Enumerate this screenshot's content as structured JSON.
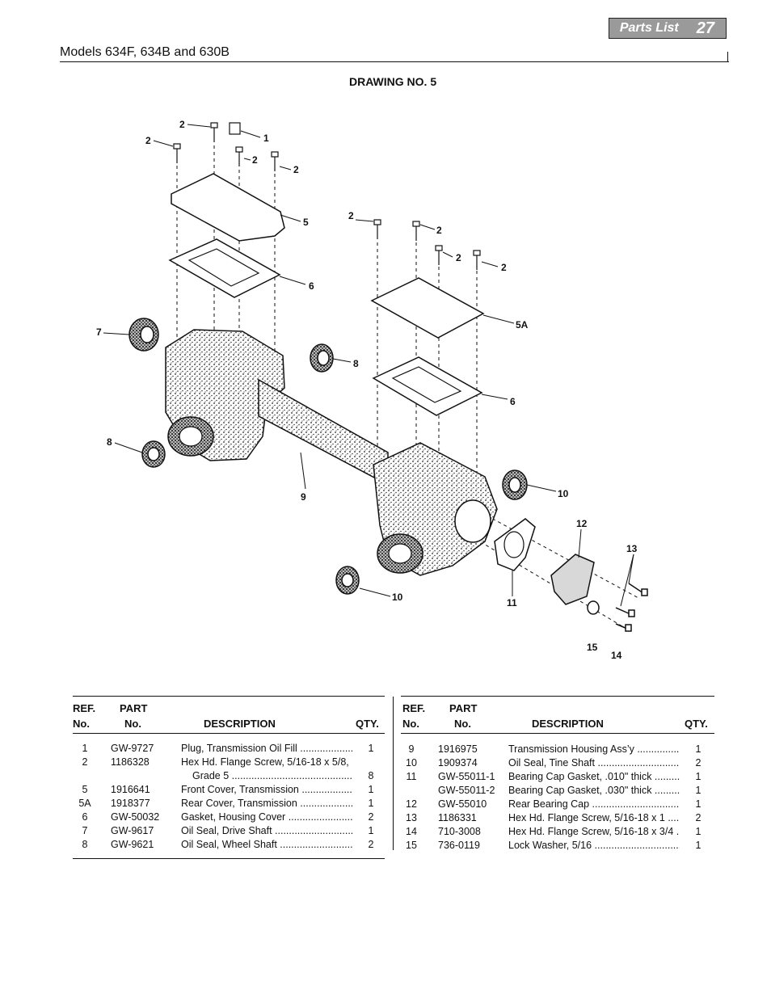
{
  "header": {
    "badge_label": "Parts List",
    "page_number": "27",
    "models": "Models 634F, 634B and 630B",
    "drawing_title": "DRAWING NO. 5"
  },
  "diagram": {
    "callouts": [
      "1",
      "2",
      "5",
      "6",
      "5A",
      "7",
      "8",
      "9",
      "10",
      "11",
      "12",
      "13",
      "14",
      "15"
    ]
  },
  "table_headers": {
    "ref": "REF.",
    "ref2": "No.",
    "part": "PART",
    "part2": "No.",
    "description": "DESCRIPTION",
    "qty": "QTY."
  },
  "left_table": [
    {
      "ref": "1",
      "part": "GW-9727",
      "desc": "Plug, Transmission Oil Fill",
      "qty": "1"
    },
    {
      "ref": "2",
      "part": "1186328",
      "desc": "Hex Hd. Flange Screw, 5/16-18 x 5/8,",
      "qty": ""
    },
    {
      "ref": "",
      "part": "",
      "desc": "Grade 5",
      "qty": "8"
    },
    {
      "ref": "5",
      "part": "1916641",
      "desc": "Front Cover, Transmission",
      "qty": "1"
    },
    {
      "ref": "5A",
      "part": "1918377",
      "desc": "Rear Cover, Transmission",
      "qty": "1"
    },
    {
      "ref": "6",
      "part": "GW-50032",
      "desc": "Gasket, Housing Cover",
      "qty": "2"
    },
    {
      "ref": "7",
      "part": "GW-9617",
      "desc": "Oil Seal, Drive Shaft",
      "qty": "1"
    },
    {
      "ref": "8",
      "part": "GW-9621",
      "desc": "Oil Seal, Wheel Shaft",
      "qty": "2"
    }
  ],
  "right_table": [
    {
      "ref": "9",
      "part": "1916975",
      "desc": "Transmission Housing Ass’y",
      "qty": "1"
    },
    {
      "ref": "10",
      "part": "1909374",
      "desc": "Oil Seal, Tine Shaft",
      "qty": "2"
    },
    {
      "ref": "11",
      "part": "GW-55011-1",
      "desc": "Bearing Cap Gasket, .010\" thick",
      "qty": "1"
    },
    {
      "ref": "",
      "part": "GW-55011-2",
      "desc": "Bearing Cap Gasket, .030\" thick",
      "qty": "1"
    },
    {
      "ref": "12",
      "part": "GW-55010",
      "desc": "Rear Bearing Cap",
      "qty": "1"
    },
    {
      "ref": "13",
      "part": "1186331",
      "desc": "Hex Hd. Flange Screw, 5/16-18 x 1",
      "qty": "2"
    },
    {
      "ref": "14",
      "part": "710-3008",
      "desc": "Hex Hd. Flange Screw, 5/16-18 x 3/4",
      "qty": "1"
    },
    {
      "ref": "15",
      "part": "736-0119",
      "desc": "Lock Washer, 5/16",
      "qty": "1"
    }
  ]
}
